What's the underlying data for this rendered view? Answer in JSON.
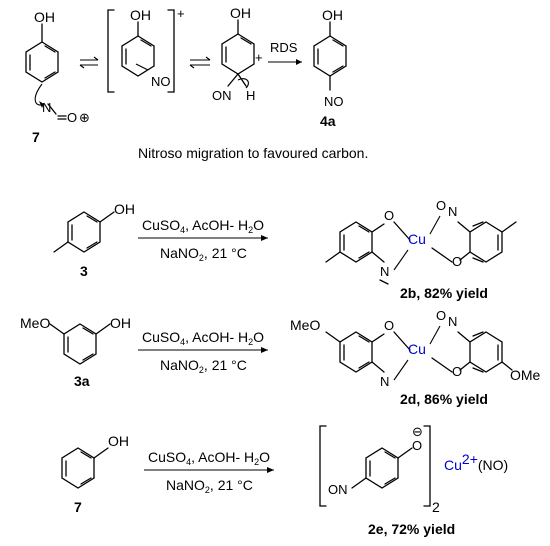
{
  "mechanism": {
    "compound_label": "7",
    "product_label": "4a",
    "rds_label": "RDS",
    "caption": "Nitroso migration to favoured carbon.",
    "oh": "OH",
    "no": "NO",
    "on": "ON",
    "n": "N",
    "o": "O",
    "h": "H",
    "plus": "+",
    "plus_circled": "⊕"
  },
  "reactions": [
    {
      "substrate_label": "3",
      "substituent": "",
      "reagent_top": "CuSO",
      "reagent_top_sub": "4",
      "reagent_top_rest": ", AcOH- H",
      "reagent_top_sub2": "2",
      "reagent_top_end": "O",
      "reagent_bottom": "NaNO",
      "reagent_bottom_sub": "2",
      "reagent_bottom_rest": ", 21 °C",
      "product_label": "2b, 82% yield"
    },
    {
      "substrate_label": "3a",
      "substituent": "MeO",
      "reagent_top": "CuSO",
      "reagent_top_sub": "4",
      "reagent_top_rest": ", AcOH- H",
      "reagent_top_sub2": "2",
      "reagent_top_end": "O",
      "reagent_bottom": "NaNO",
      "reagent_bottom_sub": "2",
      "reagent_bottom_rest": ", 21 °C",
      "product_label": "2d, 86% yield"
    },
    {
      "substrate_label": "7",
      "substituent": "",
      "reagent_top": "CuSO",
      "reagent_top_sub": "4",
      "reagent_top_rest": ", AcOH- H",
      "reagent_top_sub2": "2",
      "reagent_top_end": "O",
      "reagent_bottom": "NaNO",
      "reagent_bottom_sub": "2",
      "reagent_bottom_rest": ", 21 °C",
      "product_label": "2e, 72% yield"
    }
  ],
  "labels": {
    "cu": "Cu",
    "cu2": "Cu",
    "cu2_charge": "2+",
    "no_ligand": "(NO)",
    "ome": "OMe",
    "oh": "OH",
    "o": "O",
    "n": "N",
    "on": "ON",
    "minus": "⊖",
    "subscript_two": "2"
  },
  "colors": {
    "copper": "#0000cc",
    "ink": "#000000"
  }
}
